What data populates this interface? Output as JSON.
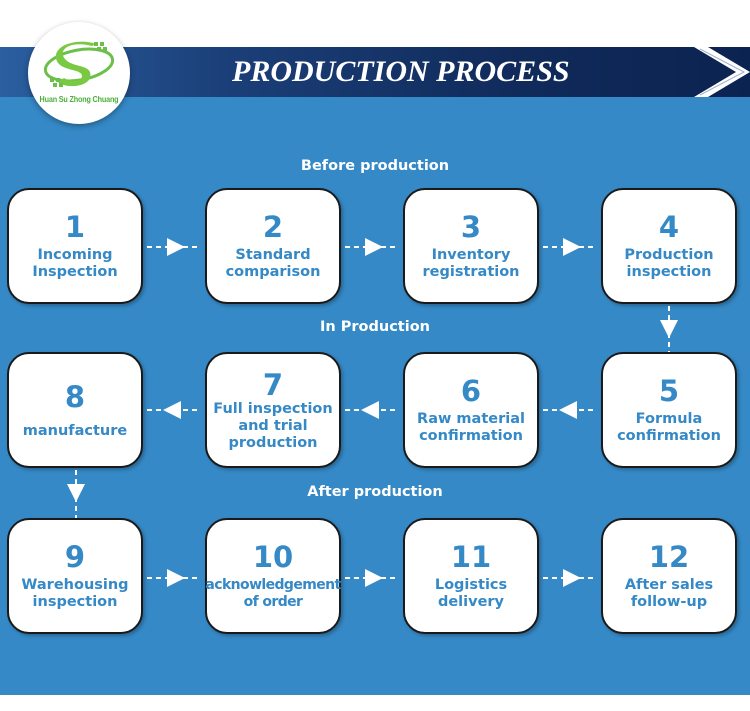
{
  "header": {
    "title": "PRODUCTION PROCESS",
    "logo_text": "Huan Su Zhong Chuang"
  },
  "colors": {
    "background": "#3589c6",
    "banner": "#102a5a",
    "step_text": "#3589c6",
    "logo_green": "#4caf3a"
  },
  "sections": [
    {
      "label": "Before production"
    },
    {
      "label": "In Production"
    },
    {
      "label": "After production"
    }
  ],
  "steps": [
    {
      "num": "1",
      "label": "Incoming\nInspection"
    },
    {
      "num": "2",
      "label": "Standard\ncomparison"
    },
    {
      "num": "3",
      "label": "Inventory\nregistration"
    },
    {
      "num": "4",
      "label": "Production\ninspection"
    },
    {
      "num": "5",
      "label": "Formula\nconfirmation"
    },
    {
      "num": "6",
      "label": "Raw material\nconfirmation"
    },
    {
      "num": "7",
      "label": "Full inspection\nand trial\nproduction"
    },
    {
      "num": "8",
      "label": "manufacture"
    },
    {
      "num": "9",
      "label": "Warehousing\ninspection"
    },
    {
      "num": "10",
      "label": "acknowledgement\nof order"
    },
    {
      "num": "11",
      "label": "Logistics\ndelivery"
    },
    {
      "num": "12",
      "label": "After sales\nfollow-up"
    }
  ],
  "arrows": [
    {
      "from": "1",
      "to": "2",
      "direction": "right"
    },
    {
      "from": "2",
      "to": "3",
      "direction": "right"
    },
    {
      "from": "3",
      "to": "4",
      "direction": "right"
    },
    {
      "from": "4",
      "to": "5",
      "direction": "down"
    },
    {
      "from": "5",
      "to": "6",
      "direction": "left"
    },
    {
      "from": "6",
      "to": "7",
      "direction": "left"
    },
    {
      "from": "7",
      "to": "8",
      "direction": "left"
    },
    {
      "from": "8",
      "to": "9",
      "direction": "down"
    },
    {
      "from": "9",
      "to": "10",
      "direction": "right"
    },
    {
      "from": "10",
      "to": "11",
      "direction": "right"
    },
    {
      "from": "11",
      "to": "12",
      "direction": "right"
    }
  ]
}
